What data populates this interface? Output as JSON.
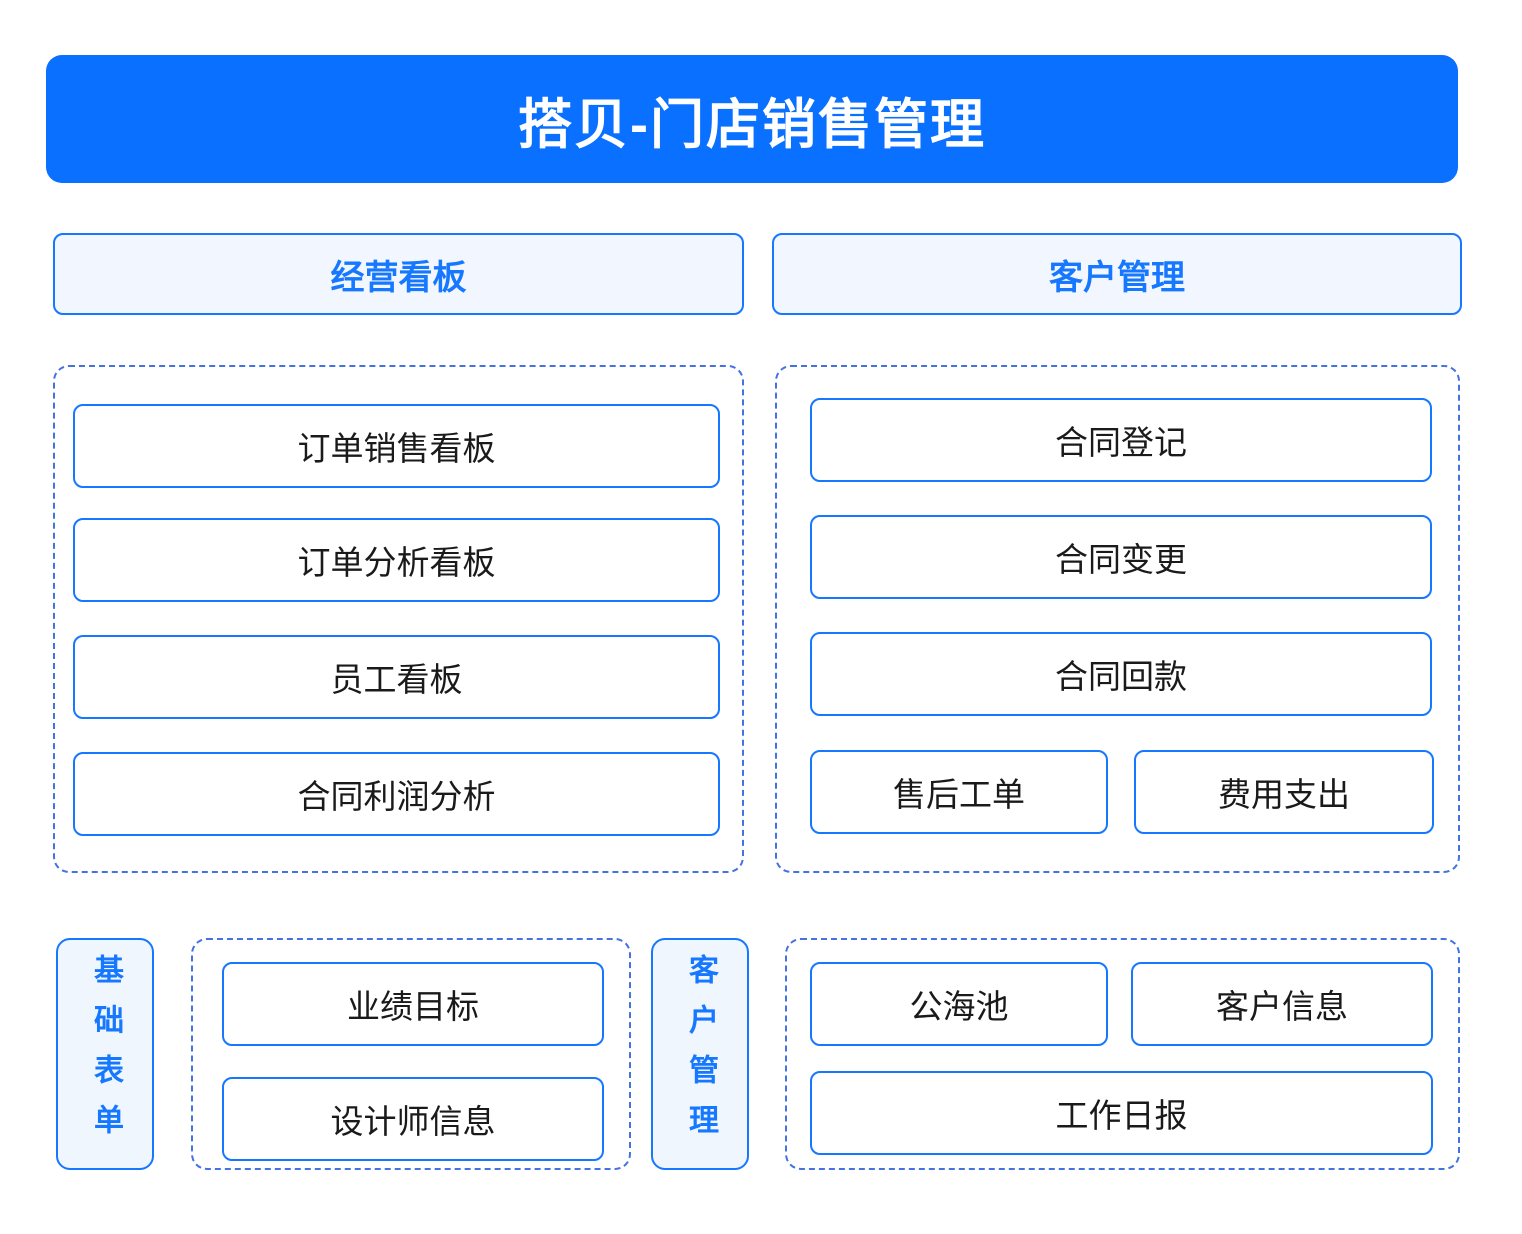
{
  "app": {
    "title": "搭贝-门店销售管理"
  },
  "colors": {
    "banner_bg": "#0a70ff",
    "banner_text": "#ffffff",
    "solid_border": "#1677ff",
    "dashed_border": "#4472e0",
    "header_bg": "#f2f6fe",
    "header_text": "#1677ff",
    "node_bg": "#ffffff",
    "node_text": "#1a1a1a",
    "vertical_label_bg": "#f0f6fe"
  },
  "headers": {
    "business_dashboard": "经营看板",
    "customer_management": "客户管理"
  },
  "groups": {
    "business_dashboard": {
      "items": [
        "订单销售看板",
        "订单分析看板",
        "员工看板",
        "合同利润分析"
      ]
    },
    "customer_management": {
      "full_items": [
        "合同登记",
        "合同变更",
        "合同回款"
      ],
      "half_items": [
        "售后工单",
        "费用支出"
      ]
    },
    "basic_forms": {
      "label": "基础表单",
      "items": [
        "业绩目标",
        "设计师信息"
      ]
    },
    "customer_management_bottom": {
      "label": "客户管理",
      "half_items": [
        "公海池",
        "客户信息"
      ],
      "full_items": [
        "工作日报"
      ]
    }
  }
}
